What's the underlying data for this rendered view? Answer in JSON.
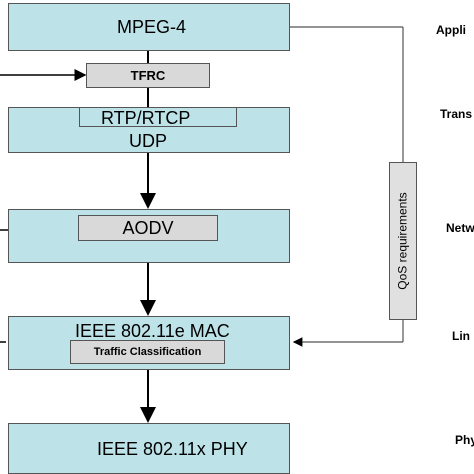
{
  "layers": {
    "app": "MPEG-4",
    "transport_top": "RTP/RTCP",
    "transport_bottom": "UDP",
    "network": "AODV",
    "mac": "IEEE 802.11e MAC",
    "phy": "IEEE 802.11x PHY"
  },
  "modules": {
    "tfrc": "TFRC",
    "traffic": "Traffic Classification"
  },
  "qos": "QoS requirements",
  "side_labels": [
    "Appli",
    "Trans",
    "Netw",
    "Lin",
    "Phy"
  ],
  "colors": {
    "layer_fill": "#bde3e8",
    "module_fill": "#d9d9d9",
    "border": "#555555"
  }
}
